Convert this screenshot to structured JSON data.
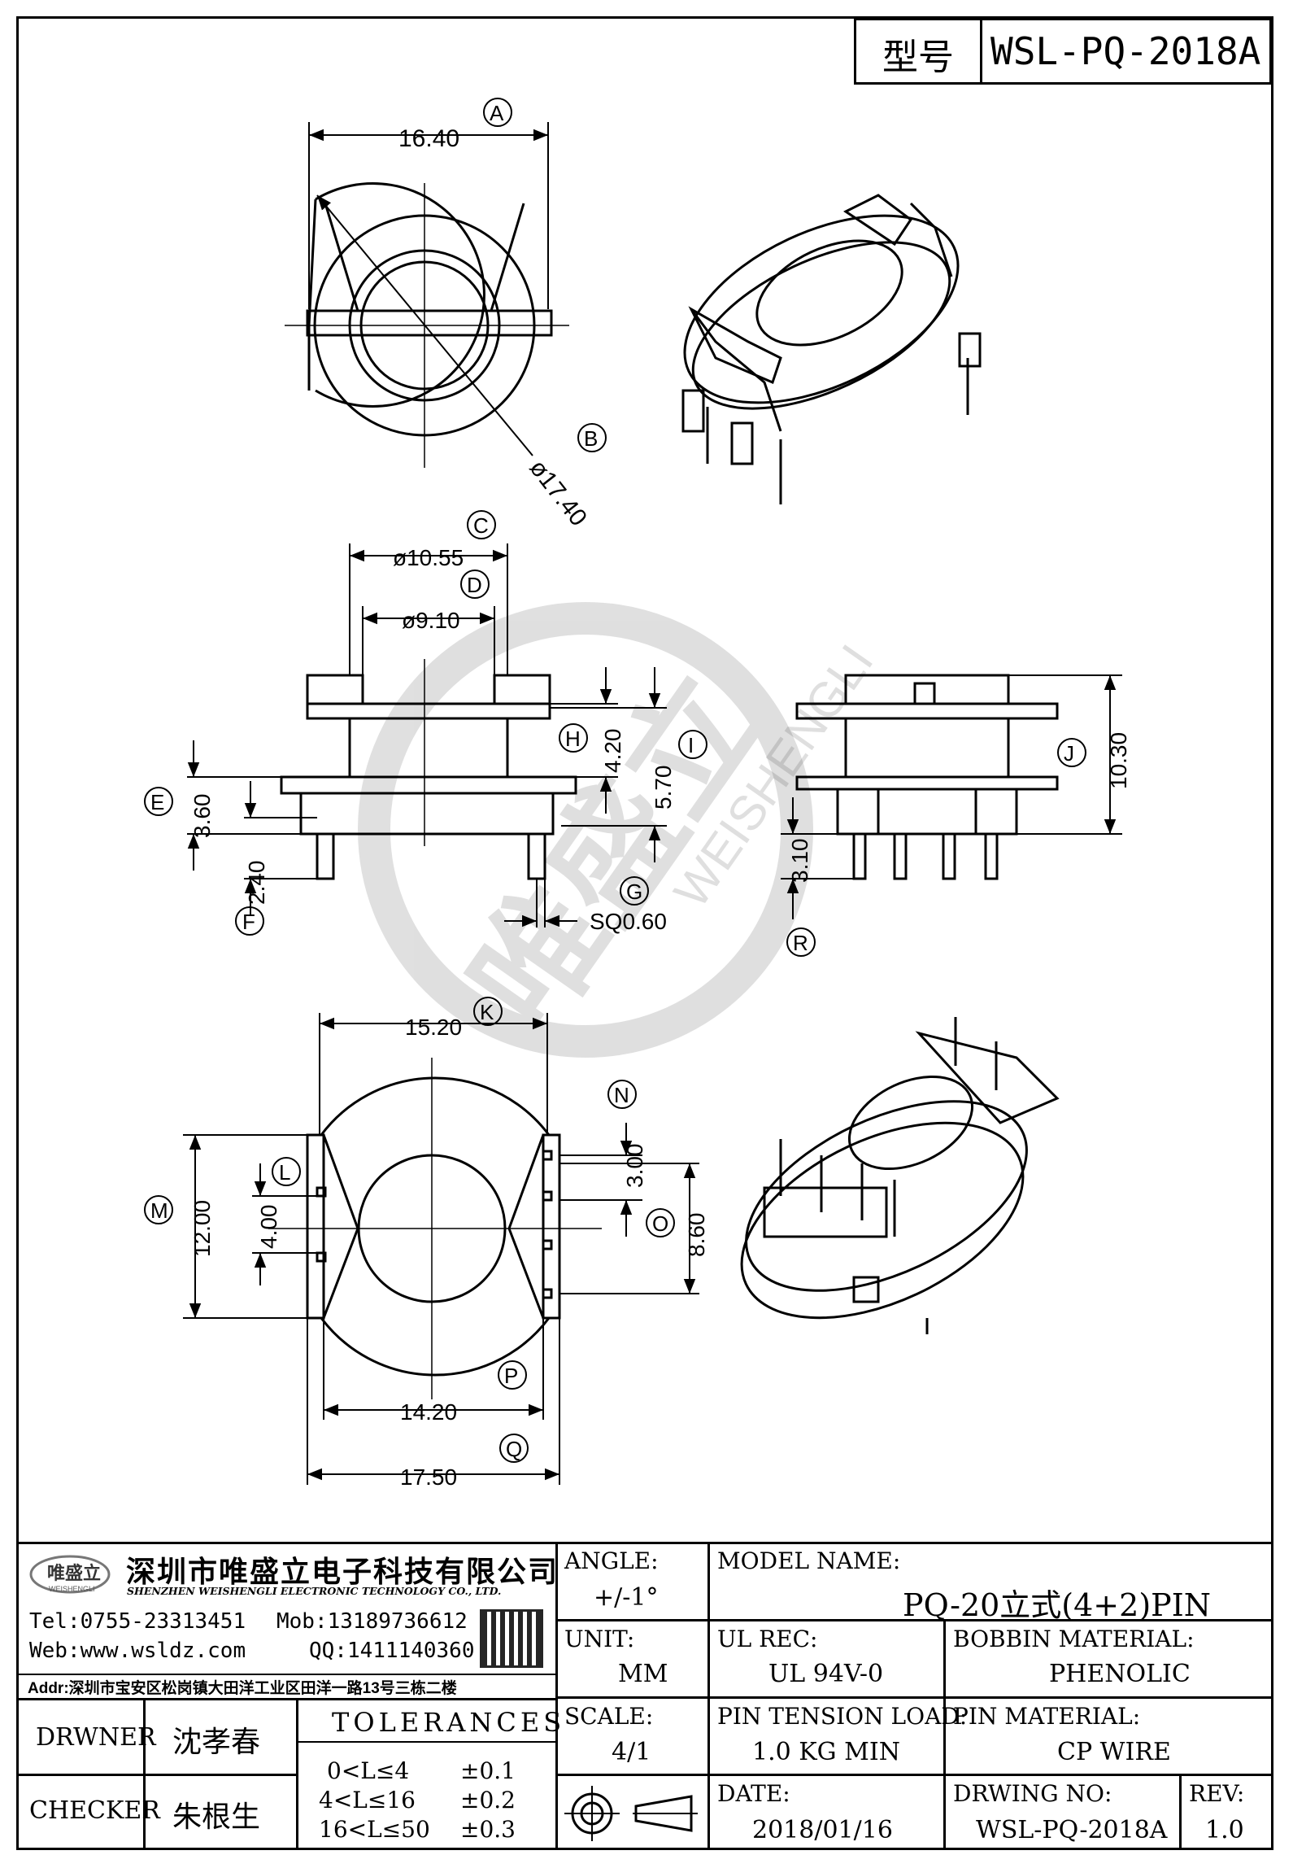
{
  "header": {
    "type_label": "型号",
    "model_code": "WSL-PQ-2018A"
  },
  "dimensions": {
    "A": {
      "letter": "A",
      "value": "16.40"
    },
    "B": {
      "letter": "B",
      "value": "ø17.40"
    },
    "C": {
      "letter": "C",
      "value": "ø10.55"
    },
    "D": {
      "letter": "D",
      "value": "ø9.10"
    },
    "E": {
      "letter": "E",
      "value": "3.60"
    },
    "F": {
      "letter": "F",
      "value": "2.40"
    },
    "G": {
      "letter": "G",
      "value": "SQ0.60"
    },
    "H": {
      "letter": "H",
      "value": "4.20"
    },
    "I": {
      "letter": "I",
      "value": "5.70"
    },
    "J": {
      "letter": "J",
      "value": "10.30"
    },
    "R": {
      "letter": "R",
      "value": "3.10"
    },
    "K": {
      "letter": "K",
      "value": "15.20"
    },
    "L": {
      "letter": "L",
      "value": "4.00"
    },
    "M": {
      "letter": "M",
      "value": "12.00"
    },
    "N": {
      "letter": "N",
      "value": "3.00"
    },
    "O": {
      "letter": "O",
      "value": "8.60"
    },
    "P": {
      "letter": "P",
      "value": "14.20"
    },
    "Q": {
      "letter": "Q",
      "value": "17.50"
    }
  },
  "watermark": {
    "brand": "WEISHENGLI"
  },
  "company": {
    "name_cn": "深圳市唯盛立电子科技有限公司",
    "name_en": "SHENZHEN WEISHENGLI ELECTRONIC TECHNOLOGY CO., LTD.",
    "logo_text": "唯盛立",
    "logo_sub": "WEISHENGLI",
    "tel": "Tel:0755-23313451",
    "mob": "Mob:13189736612",
    "web": "Web:www.wsldz.com",
    "qq": "QQ:1411140360",
    "addr": "Addr:深圳市宝安区松岗镇大田洋工业区田洋一路13号三栋二楼"
  },
  "title_block": {
    "angle_label": "ANGLE:",
    "angle_value": "+/-1°",
    "model_name_label": "MODEL NAME:",
    "model_name_value": "PQ-20立式(4+2)PIN",
    "unit_label": "UNIT:",
    "unit_value": "MM",
    "ul_rec_label": "UL REC:",
    "ul_rec_value": "UL 94V-0",
    "bobbin_material_label": "BOBBIN MATERIAL:",
    "bobbin_material_value": "PHENOLIC",
    "scale_label": "SCALE:",
    "scale_value": "4/1",
    "pin_tension_label": "PIN TENSION LOAD:",
    "pin_tension_value": "1.0 KG MIN",
    "pin_material_label": "PIN MATERIAL:",
    "pin_material_value": "CP WIRE",
    "date_label": "DATE:",
    "date_value": "2018/01/16",
    "drawing_no_label": "DRWING NO:",
    "drawing_no_value": "WSL-PQ-2018A",
    "rev_label": "REV:",
    "rev_value": "1.0",
    "drawer_label": "DRWNER",
    "drawer_value": "沈孝春",
    "checker_label": "CHECKER",
    "checker_value": "朱根生",
    "tolerances_label": "TOLERANCES",
    "tolerances": [
      {
        "range": "0<L≤4",
        "value": "±0.1"
      },
      {
        "range": "4<L≤16",
        "value": "±0.2"
      },
      {
        "range": "16<L≤50",
        "value": "±0.3"
      }
    ]
  }
}
